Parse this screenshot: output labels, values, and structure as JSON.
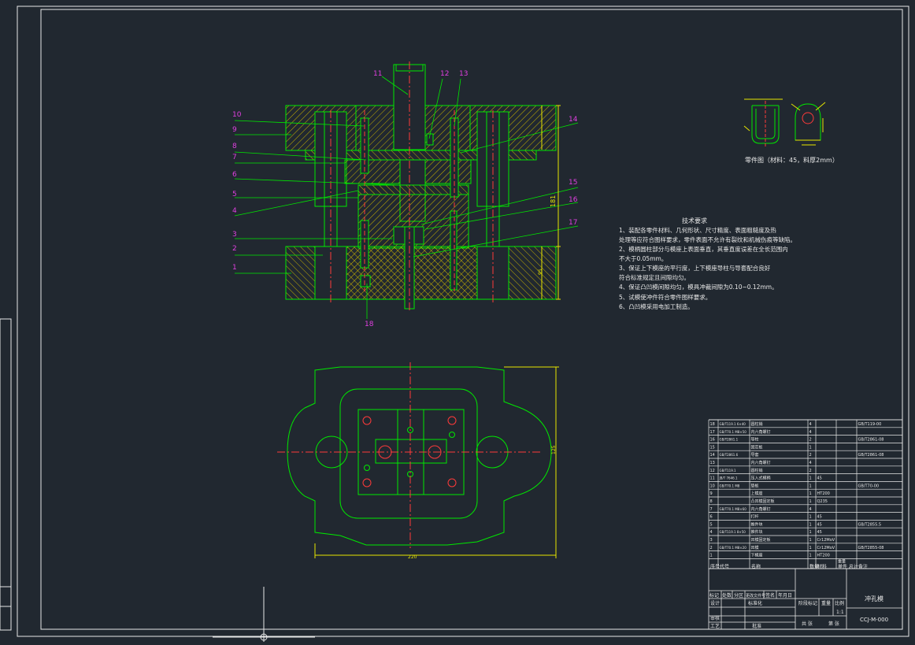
{
  "callouts": [
    "1",
    "2",
    "3",
    "4",
    "5",
    "6",
    "7",
    "8",
    "9",
    "10",
    "11",
    "12",
    "13",
    "14",
    "15",
    "16",
    "17",
    "18"
  ],
  "dimensions": {
    "height_total": "181",
    "height_lower": "95",
    "plan_height": "125",
    "plan_width": "220"
  },
  "part_figure": {
    "caption": "零件图（材料：45，料厚2mm）"
  },
  "technical_requirements": {
    "title": "技术要求",
    "items": [
      "1、装配各零件材料、几何形状、尺寸精度、表面粗糙度及热",
      "   处理等应符合图样要求，零件表面不允许有裂纹和机械伤痕等缺陷。",
      "2、模柄圆柱部分与模座上表面垂直，其垂直度误差在全长范围内",
      "   不大于0.05mm。",
      "3、保证上下模座的平行度，上下模座导柱与导套配合良好",
      "   符合标准规定且间隙均匀。",
      "4、保证凸凹模间隙均匀，模具冲裁间隙为0.10~0.12mm。",
      "5、试模使冲件符合零件图样要求。",
      "6、凸凹模采用电加工制造。"
    ]
  },
  "bom": {
    "rows": [
      [
        "18",
        "GB/T119.1 6×40",
        "圆柱销",
        "4",
        "",
        "",
        "GB/T119-00"
      ],
      [
        "17",
        "GB/T70.1 M8×50",
        "内六角螺钉",
        "4",
        "",
        "",
        ""
      ],
      [
        "16",
        "GB/T2861.1",
        "导柱",
        "2",
        "",
        "",
        "GB/T2861-08"
      ],
      [
        "15",
        "",
        "固定板",
        "1",
        "",
        "",
        ""
      ],
      [
        "14",
        "GB/T2861.6",
        "导套",
        "2",
        "",
        "",
        "GB/T2861-08"
      ],
      [
        "13",
        "",
        "内六角螺钉",
        "4",
        "",
        "",
        ""
      ],
      [
        "12",
        "GB/T119.1",
        "圆柱销",
        "2",
        "",
        "",
        ""
      ],
      [
        "11",
        "JB/T 7646.1",
        "压入式模柄",
        "1",
        "45",
        "",
        ""
      ],
      [
        "10",
        "GB/T70.1 M8",
        "垫板",
        "1",
        "",
        "",
        "GB/T70-00"
      ],
      [
        "9",
        "",
        "上模座",
        "1",
        "HT200",
        "",
        ""
      ],
      [
        "8",
        "",
        "凸凹模固定板",
        "1",
        "Q235",
        "",
        ""
      ],
      [
        "7",
        "GB/T70.1 M8×60",
        "内六角螺钉",
        "4",
        "",
        "",
        ""
      ],
      [
        "6",
        "",
        "打杆",
        "1",
        "45",
        "",
        ""
      ],
      [
        "5",
        "",
        "推件块",
        "1",
        "45",
        "",
        "GB/T2855.5"
      ],
      [
        "4",
        "GB/T119.1 8×50",
        "推件块",
        "1",
        "45",
        "",
        ""
      ],
      [
        "3",
        "",
        "凹模固定板",
        "1",
        "Cr12MoV",
        "",
        ""
      ],
      [
        "2",
        "GB/T70.1 M8×20",
        "凹模",
        "1",
        "Cr12MoV",
        "",
        "GB/T2855-08"
      ],
      [
        "1",
        "",
        "下模座",
        "1",
        "HT200",
        "",
        ""
      ]
    ],
    "header": [
      "序号",
      "代号",
      "名称",
      "数量",
      "材料",
      "单件 总计",
      "备注"
    ],
    "header_weight": "重量"
  },
  "title_block": {
    "drawing_name": "冲孔模",
    "drawing_number": "CCJ-M-000",
    "stage_label": "阶段标记",
    "weight_label": "重量",
    "scale_label": "比例",
    "scale_value": "1:1",
    "sheets_total": "共 张",
    "sheet_no": "第 张",
    "rev_headers": [
      "标记",
      "处数",
      "分区",
      "更改文件号",
      "签名",
      "年月日"
    ],
    "roles": [
      "设计",
      "审核",
      "工艺"
    ],
    "standardization": "标准化",
    "approve": "批准"
  },
  "colors": {
    "bg": "#212830",
    "frame": "#e8e8e8",
    "green": "#00e800",
    "red": "#ff3a3a",
    "magenta": "#e040e0",
    "yellow": "#e6e600",
    "hatch": "#c8b400"
  }
}
